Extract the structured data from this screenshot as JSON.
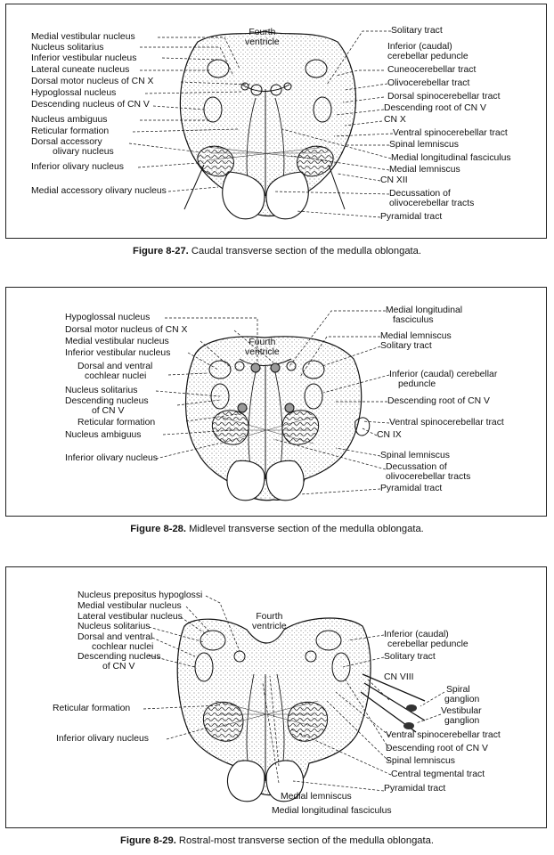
{
  "figures": [
    {
      "id": "8-27",
      "caption_num": "Figure 8-27.",
      "caption_text": "Caudal transverse section of the medulla oblongata.",
      "ventricle": [
        "Fourth",
        "ventricle"
      ],
      "left_labels": [
        "Medial vestibular nucleus",
        "Nucleus solitarius",
        "Inferior vestibular nucleus",
        "Lateral cuneate nucleus",
        "Dorsal motor nucleus of CN X",
        "Hypoglossal nucleus",
        "Descending nucleus of CN V",
        "Nucleus ambiguus",
        "Reticular formation",
        "Dorsal accessory",
        "olivary nucleus",
        "Inferior olivary nucleus",
        "Medial accessory olivary nucleus"
      ],
      "right_labels": [
        "Solitary tract",
        "Inferior (caudal)",
        "cerebellar peduncle",
        "Cuneocerebellar tract",
        "Olivocerebellar tract",
        "Dorsal spinocerebellar tract",
        "Descending root of CN V",
        "CN X",
        "Ventral spinocerebellar tract",
        "Spinal lemniscus",
        "Medial longitudinal fasciculus",
        "Medial lemniscus",
        "CN XII",
        "Decussation of",
        "olivocerebellar tracts",
        "Pyramidal tract"
      ]
    },
    {
      "id": "8-28",
      "caption_num": "Figure 8-28.",
      "caption_text": "Midlevel transverse section of the medulla oblongata.",
      "ventricle": [
        "Fourth",
        "ventricle"
      ],
      "left_labels": [
        "Hypoglossal nucleus",
        "Dorsal motor nucleus of CN X",
        "Medial vestibular nucleus",
        "Inferior vestibular nucleus",
        "Dorsal and ventral",
        "cochlear nuclei",
        "Nucleus solitarius",
        "Descending nucleus",
        "of CN V",
        "Reticular formation",
        "Nucleus ambiguus",
        "Inferior olivary nucleus"
      ],
      "right_labels": [
        "Medial longitudinal",
        "fasciculus",
        "Medial lemniscus",
        "Solitary tract",
        "Inferior (caudal) cerebellar",
        "peduncle",
        "Descending root of CN V",
        "Ventral spinocerebellar tract",
        "CN IX",
        "Spinal lemniscus",
        "Decussation of",
        "olivocerebellar tracts",
        "Pyramidal tract"
      ]
    },
    {
      "id": "8-29",
      "caption_num": "Figure 8-29.",
      "caption_text": "Rostral-most transverse section of the medulla oblongata.",
      "ventricle": [
        "Fourth",
        "ventricle"
      ],
      "left_labels": [
        "Nucleus prepositus hypoglossi",
        "Medial vestibular nucleus",
        "Lateral vestibular nucleus",
        "Nucleus solitarius",
        "Dorsal and ventral",
        "cochlear nuclei",
        "Descending nucleus",
        "of CN V",
        "Reticular formation",
        "Inferior olivary nucleus"
      ],
      "right_labels": [
        "Inferior (caudal)",
        "cerebellar peduncle",
        "Solitary tract",
        "CN VIII",
        "Spiral",
        "ganglion",
        "Vestibular",
        "ganglion",
        "Ventral spinocerebellar tract",
        "Descending root of CN V",
        "Spinal lemniscus",
        "Central tegmental tract",
        "Pyramidal tract"
      ],
      "bottom_labels": [
        "Medial lemniscus",
        "Medial longitudinal fasciculus"
      ]
    }
  ]
}
